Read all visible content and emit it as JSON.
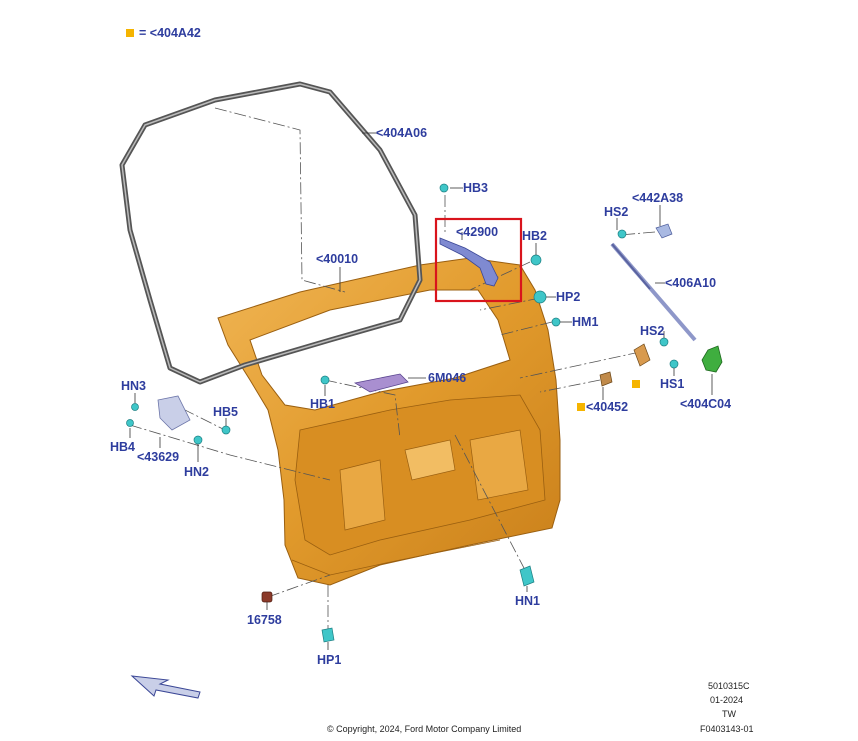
{
  "legend": {
    "marker_color": "#f5b400",
    "text": "= <404A42"
  },
  "labels": {
    "seal": "<404A06",
    "door": "<40010",
    "hinge": "<42900",
    "hb3": "HB3",
    "hb2": "HB2",
    "hp2": "HP2",
    "hm1": "HM1",
    "hs2_top": "HS2",
    "strut_bolt": "<442A38",
    "strut": "<406A10",
    "hs2_mid": "HS2",
    "hs1": "HS1",
    "bracket": "<404C04",
    "ball_stud": "<40452",
    "harness": "6M046",
    "hb1": "HB1",
    "hn3": "HN3",
    "hb5": "HB5",
    "hb4": "HB4",
    "bumper": "<43629",
    "hn2": "HN2",
    "hn1": "HN1",
    "plug": "16758",
    "hp1": "HP1"
  },
  "meta": {
    "code": "5010315C",
    "date": "01-2024",
    "region": "TW",
    "figure": "F0403143-01",
    "copyright": "© Copyright, 2024, Ford Motor Company Limited"
  },
  "colors": {
    "label": "#2e3d9e",
    "door_fill": "#e8a33a",
    "seal": "#555555",
    "fastener": "#3fc6c8",
    "highlight_box": "#d9141c",
    "harness": "#a98fd0",
    "bracket": "#3fae3f"
  }
}
